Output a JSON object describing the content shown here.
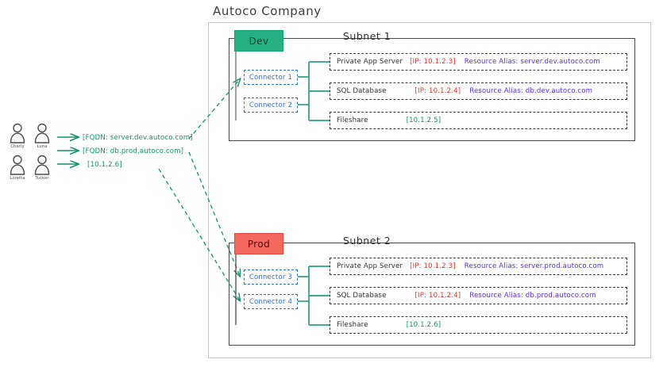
{
  "title": "Autoco Company",
  "subnets": [
    {
      "id": "subnet-1",
      "title": "Subnet 1",
      "env_badge": "Dev",
      "env_color": "#25b183",
      "connectors": [
        "Connector 1",
        "Connector 2"
      ],
      "resources": [
        {
          "name": "Private App Server",
          "ip": "[IP: 10.1.2.3]",
          "alias": "Resource Alias: server.dev.autoco.com"
        },
        {
          "name": "SQL Database",
          "ip": "[IP: 10.1.2.4]",
          "alias": "Resource Alias: db.dev.autoco.com"
        },
        {
          "name": "Fileshare",
          "ip_green": "[10.1.2.5]"
        }
      ]
    },
    {
      "id": "subnet-2",
      "title": "Subnet 2",
      "env_badge": "Prod",
      "env_color": "#f4685e",
      "connectors": [
        "Connector 3",
        "Connector 4"
      ],
      "resources": [
        {
          "name": "Private App Server",
          "ip": "[IP: 10.1.2.3]",
          "alias": "Resource Alias: server.prod.autoco.com"
        },
        {
          "name": "SQL Database",
          "ip": "[IP: 10.1.2.4]",
          "alias": "Resource Alias: db.prod.autoco.com"
        },
        {
          "name": "Fileshare",
          "ip_green": "[10.1.2.6]"
        }
      ]
    }
  ],
  "users": [
    {
      "name": "Charly"
    },
    {
      "name": "Luna"
    },
    {
      "name": "Loretta"
    },
    {
      "name": "Tucker"
    }
  ],
  "access_labels": [
    "[FQDN: server.dev.autoco.com]",
    "[FQDN: db.prod.autoco.com]",
    "[10.1.2.6]"
  ],
  "colors": {
    "green": "#12936c",
    "red_ip": "#e03127",
    "purple_alias": "#5b2fd4",
    "blue_connector": "#2d6fd4",
    "dev": "#25b183",
    "prod": "#f4685e"
  }
}
